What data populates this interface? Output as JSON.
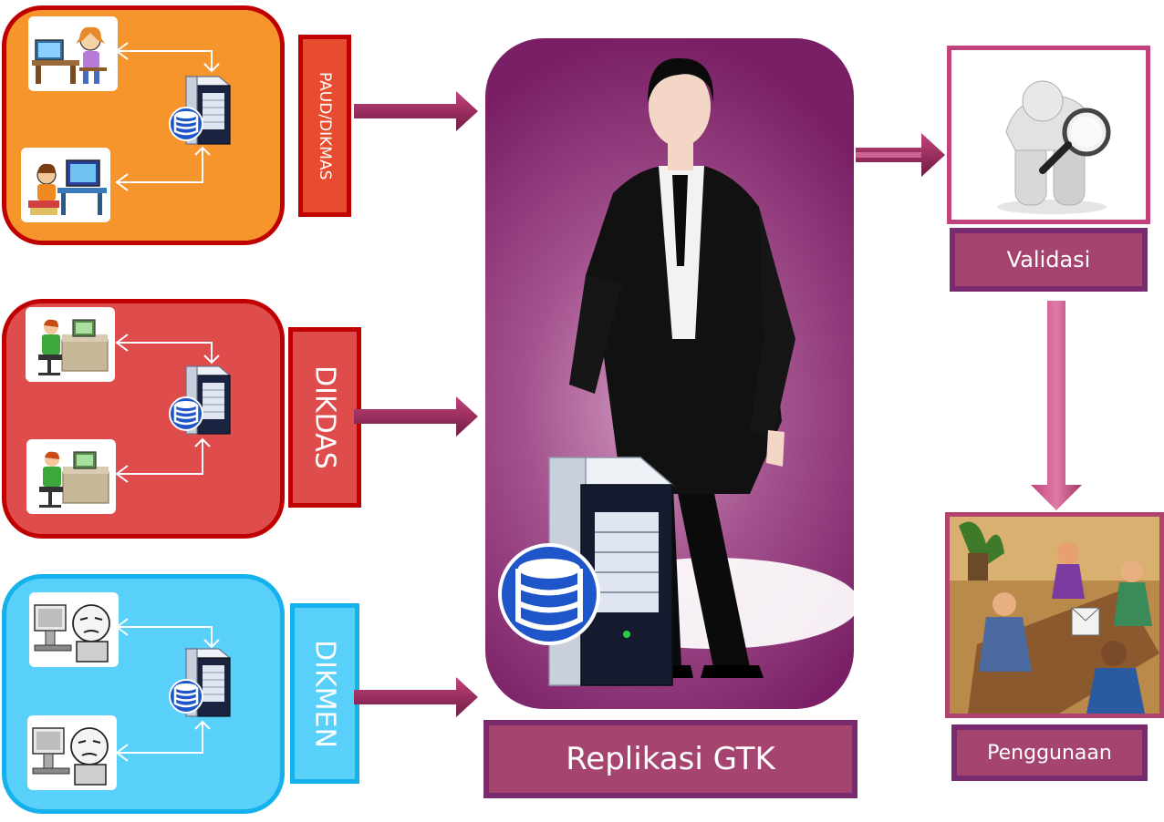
{
  "levels": {
    "paud": {
      "label": "PAUD/DIKMAS"
    },
    "dikdas": {
      "label": "DIKDAS"
    },
    "dikmen": {
      "label": "DIKMEN"
    }
  },
  "central": {
    "label": "Replikasi GTK"
  },
  "validation": {
    "label": "Validasi"
  },
  "usage": {
    "label": "Penggunaan"
  },
  "colors": {
    "paud_fill": "#f7952d",
    "paud_border": "#c00000",
    "dikdas_fill": "#df4c4c",
    "dikmen_fill": "#58d0fa",
    "dikmen_border": "#15b1ec",
    "central_purple": "#7a1f66",
    "arrow": "#a23a63",
    "caption_fill": "#a64470",
    "caption_border": "#7a2a6f"
  }
}
